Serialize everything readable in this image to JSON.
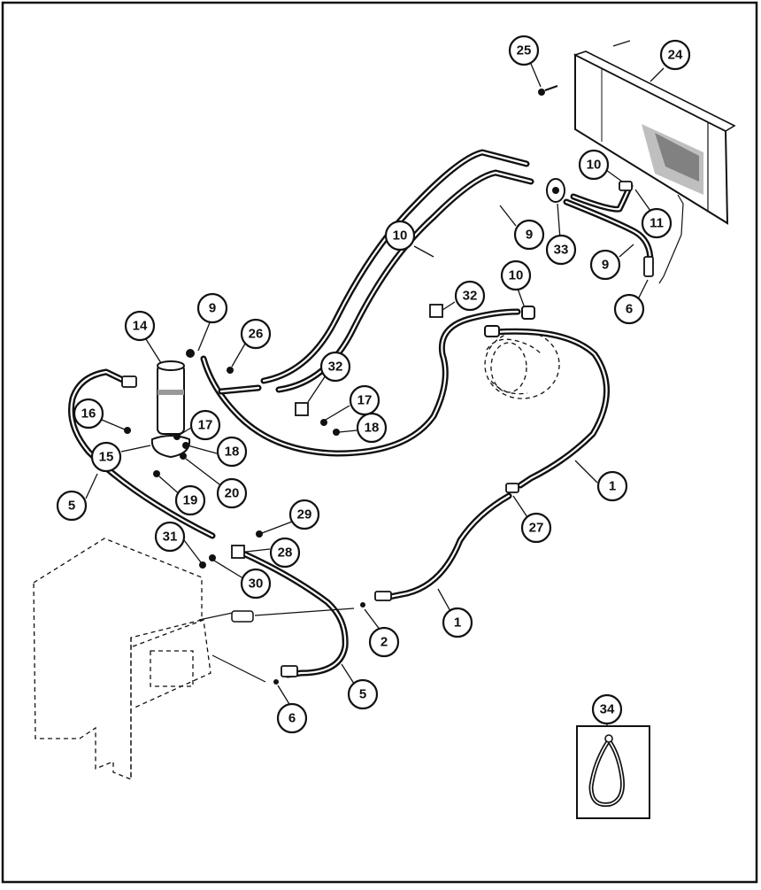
{
  "callouts": {
    "c24": "24",
    "c25": "25",
    "c10a": "10",
    "c11": "11",
    "c9a": "9",
    "c33": "33",
    "c9b": "9",
    "c6a": "6",
    "c10b": "10",
    "c10c": "10",
    "c32a": "32",
    "c32b": "32",
    "c9c": "9",
    "c14": "14",
    "c26": "26",
    "c17a": "17",
    "c18a": "18",
    "c16": "16",
    "c17b": "17",
    "c18b": "18",
    "c15": "15",
    "c20": "20",
    "c19": "19",
    "c5a": "5",
    "c1a": "1",
    "c27": "27",
    "c29": "29",
    "c31": "31",
    "c28": "28",
    "c30": "30",
    "c2": "2",
    "c1b": "1",
    "c5b": "5",
    "c6b": "6",
    "c34": "34"
  }
}
